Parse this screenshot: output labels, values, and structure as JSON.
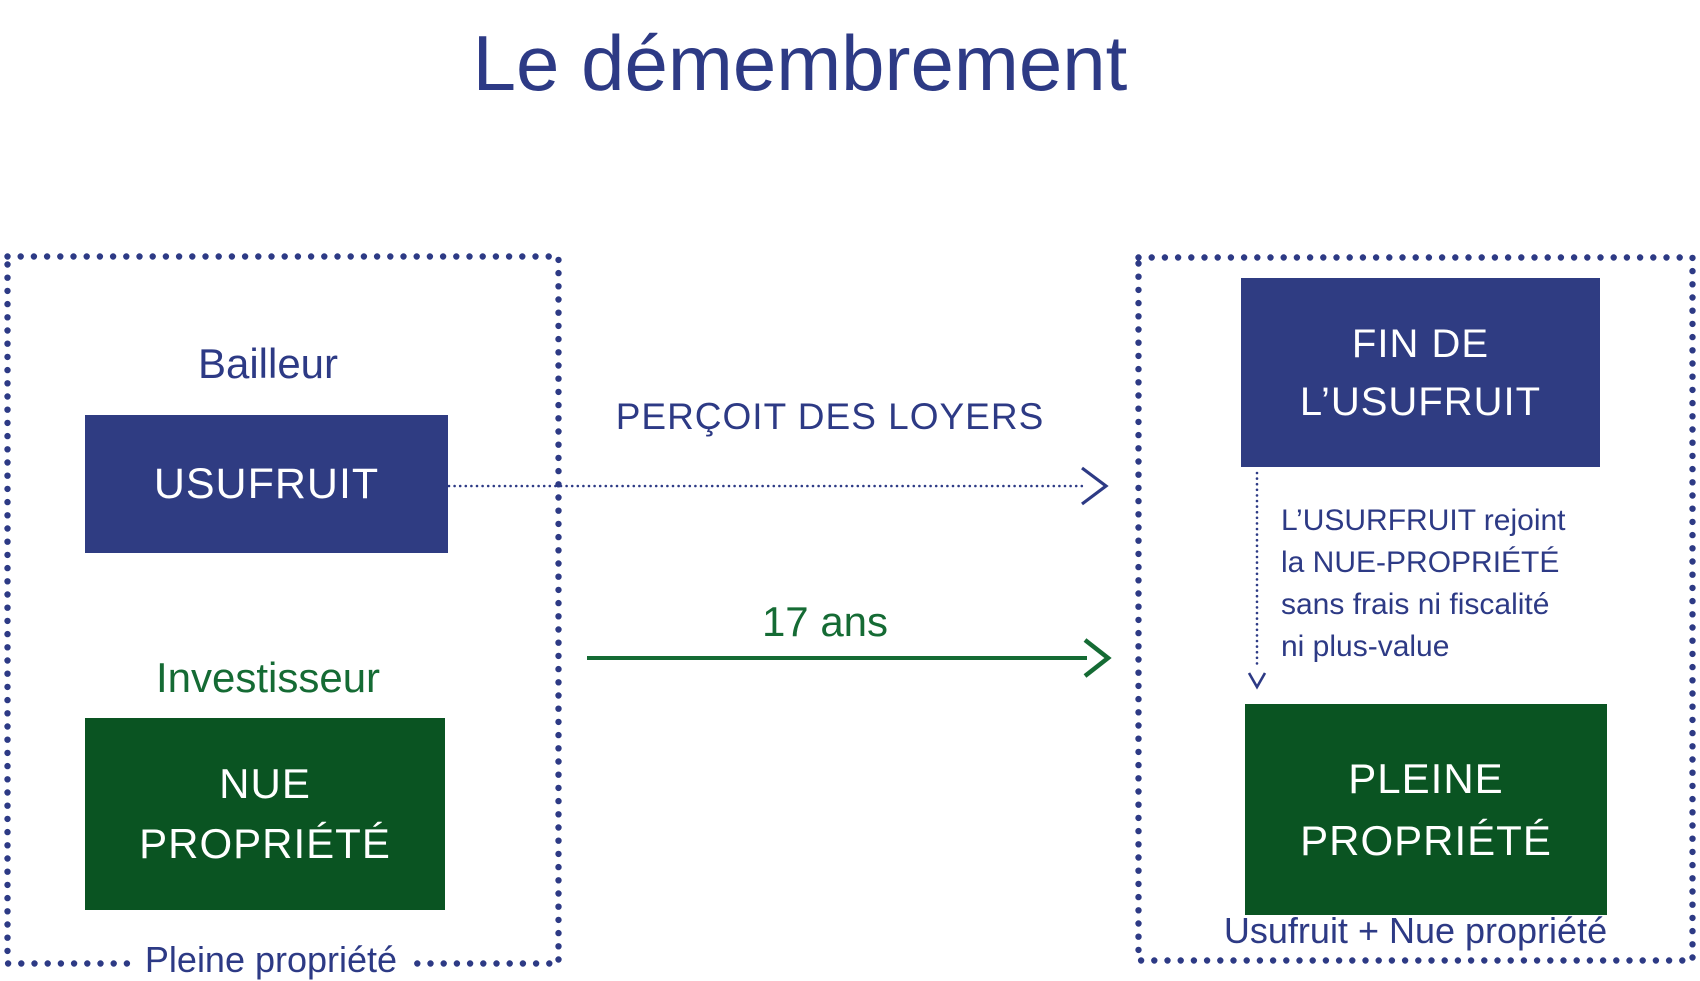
{
  "title": "Le démembrement",
  "colors": {
    "dark_blue": "#2f3c82",
    "dark_green": "#0a5422",
    "text_blue": "#2d3a85",
    "text_green": "#156b34"
  },
  "left_panel": {
    "top_label": "Bailleur",
    "top_box": "USUFRUIT",
    "bottom_label": "Investisseur",
    "bottom_box": "NUE\nPROPRIÉTÉ",
    "footer_label": "Pleine propriété"
  },
  "middle": {
    "top_arrow_label": "PERÇOIT DES LOYERS",
    "duration_label": "17 ans"
  },
  "right_panel": {
    "top_box": "FIN DE\nL’USUFRUIT",
    "note": "L’USURFRUIT rejoint\nla NUE-PROPRIÉTÉ\nsans frais ni fiscalité\nni plus-value",
    "bottom_box": "PLEINE\nPROPRIÉTÉ",
    "footer_label": "Usufruit + Nue propriété"
  }
}
